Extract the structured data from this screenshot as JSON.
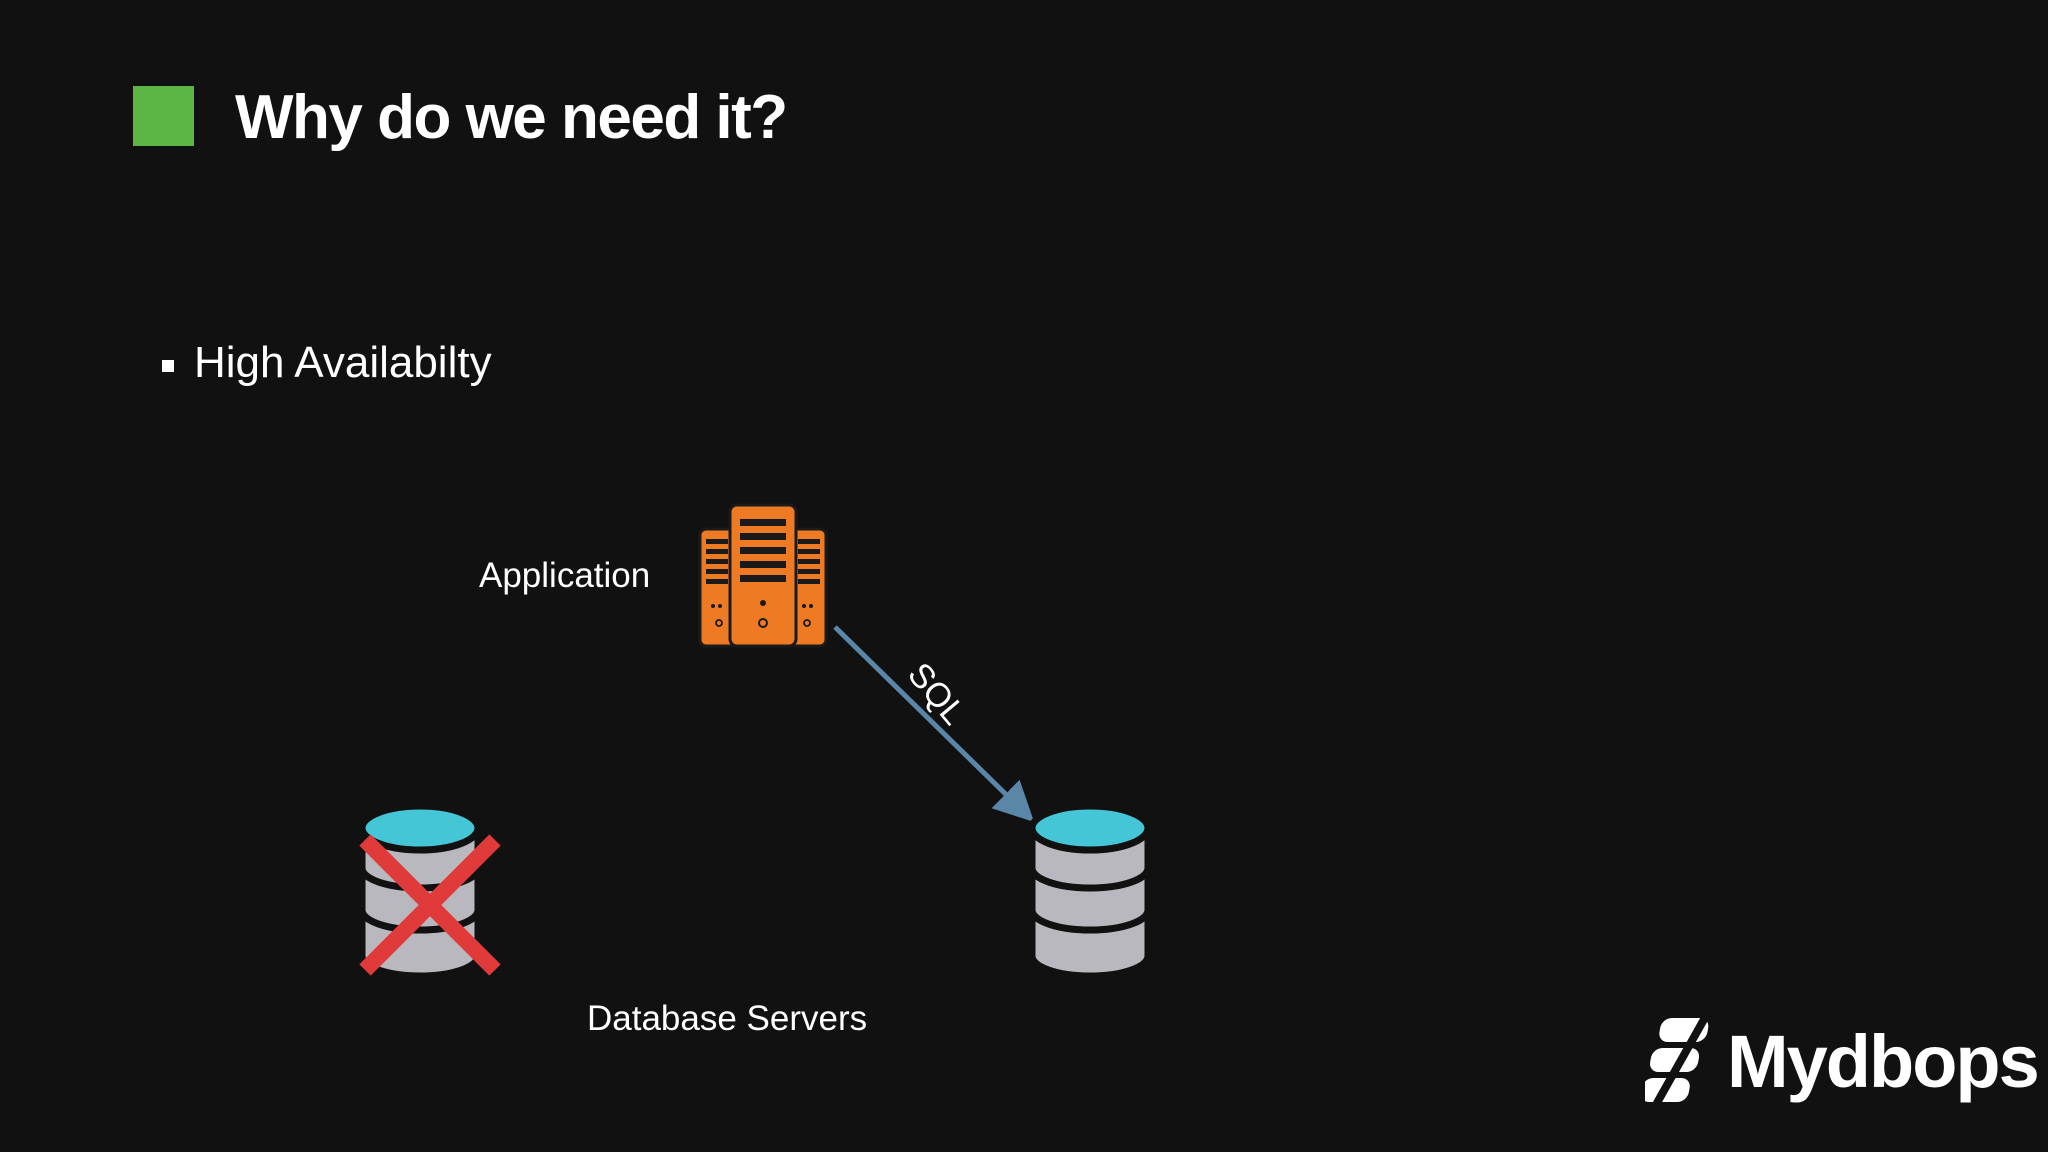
{
  "slide": {
    "title": "Why do we need it?",
    "bullets": [
      "High Availabilty"
    ]
  },
  "diagram": {
    "application_label": "Application",
    "connection_label": "SQL",
    "database_label": "Database Servers",
    "failed_server_marker": "red-x-icon"
  },
  "brand": {
    "name": "Mydbops"
  },
  "colors": {
    "accent_green": "#5cb646",
    "server_orange": "#ee7b24",
    "db_top_cyan": "#45c6d6",
    "db_body_gray": "#b8b8be",
    "arrow_blue": "#5a87a8",
    "fail_red": "#e03a3a"
  }
}
